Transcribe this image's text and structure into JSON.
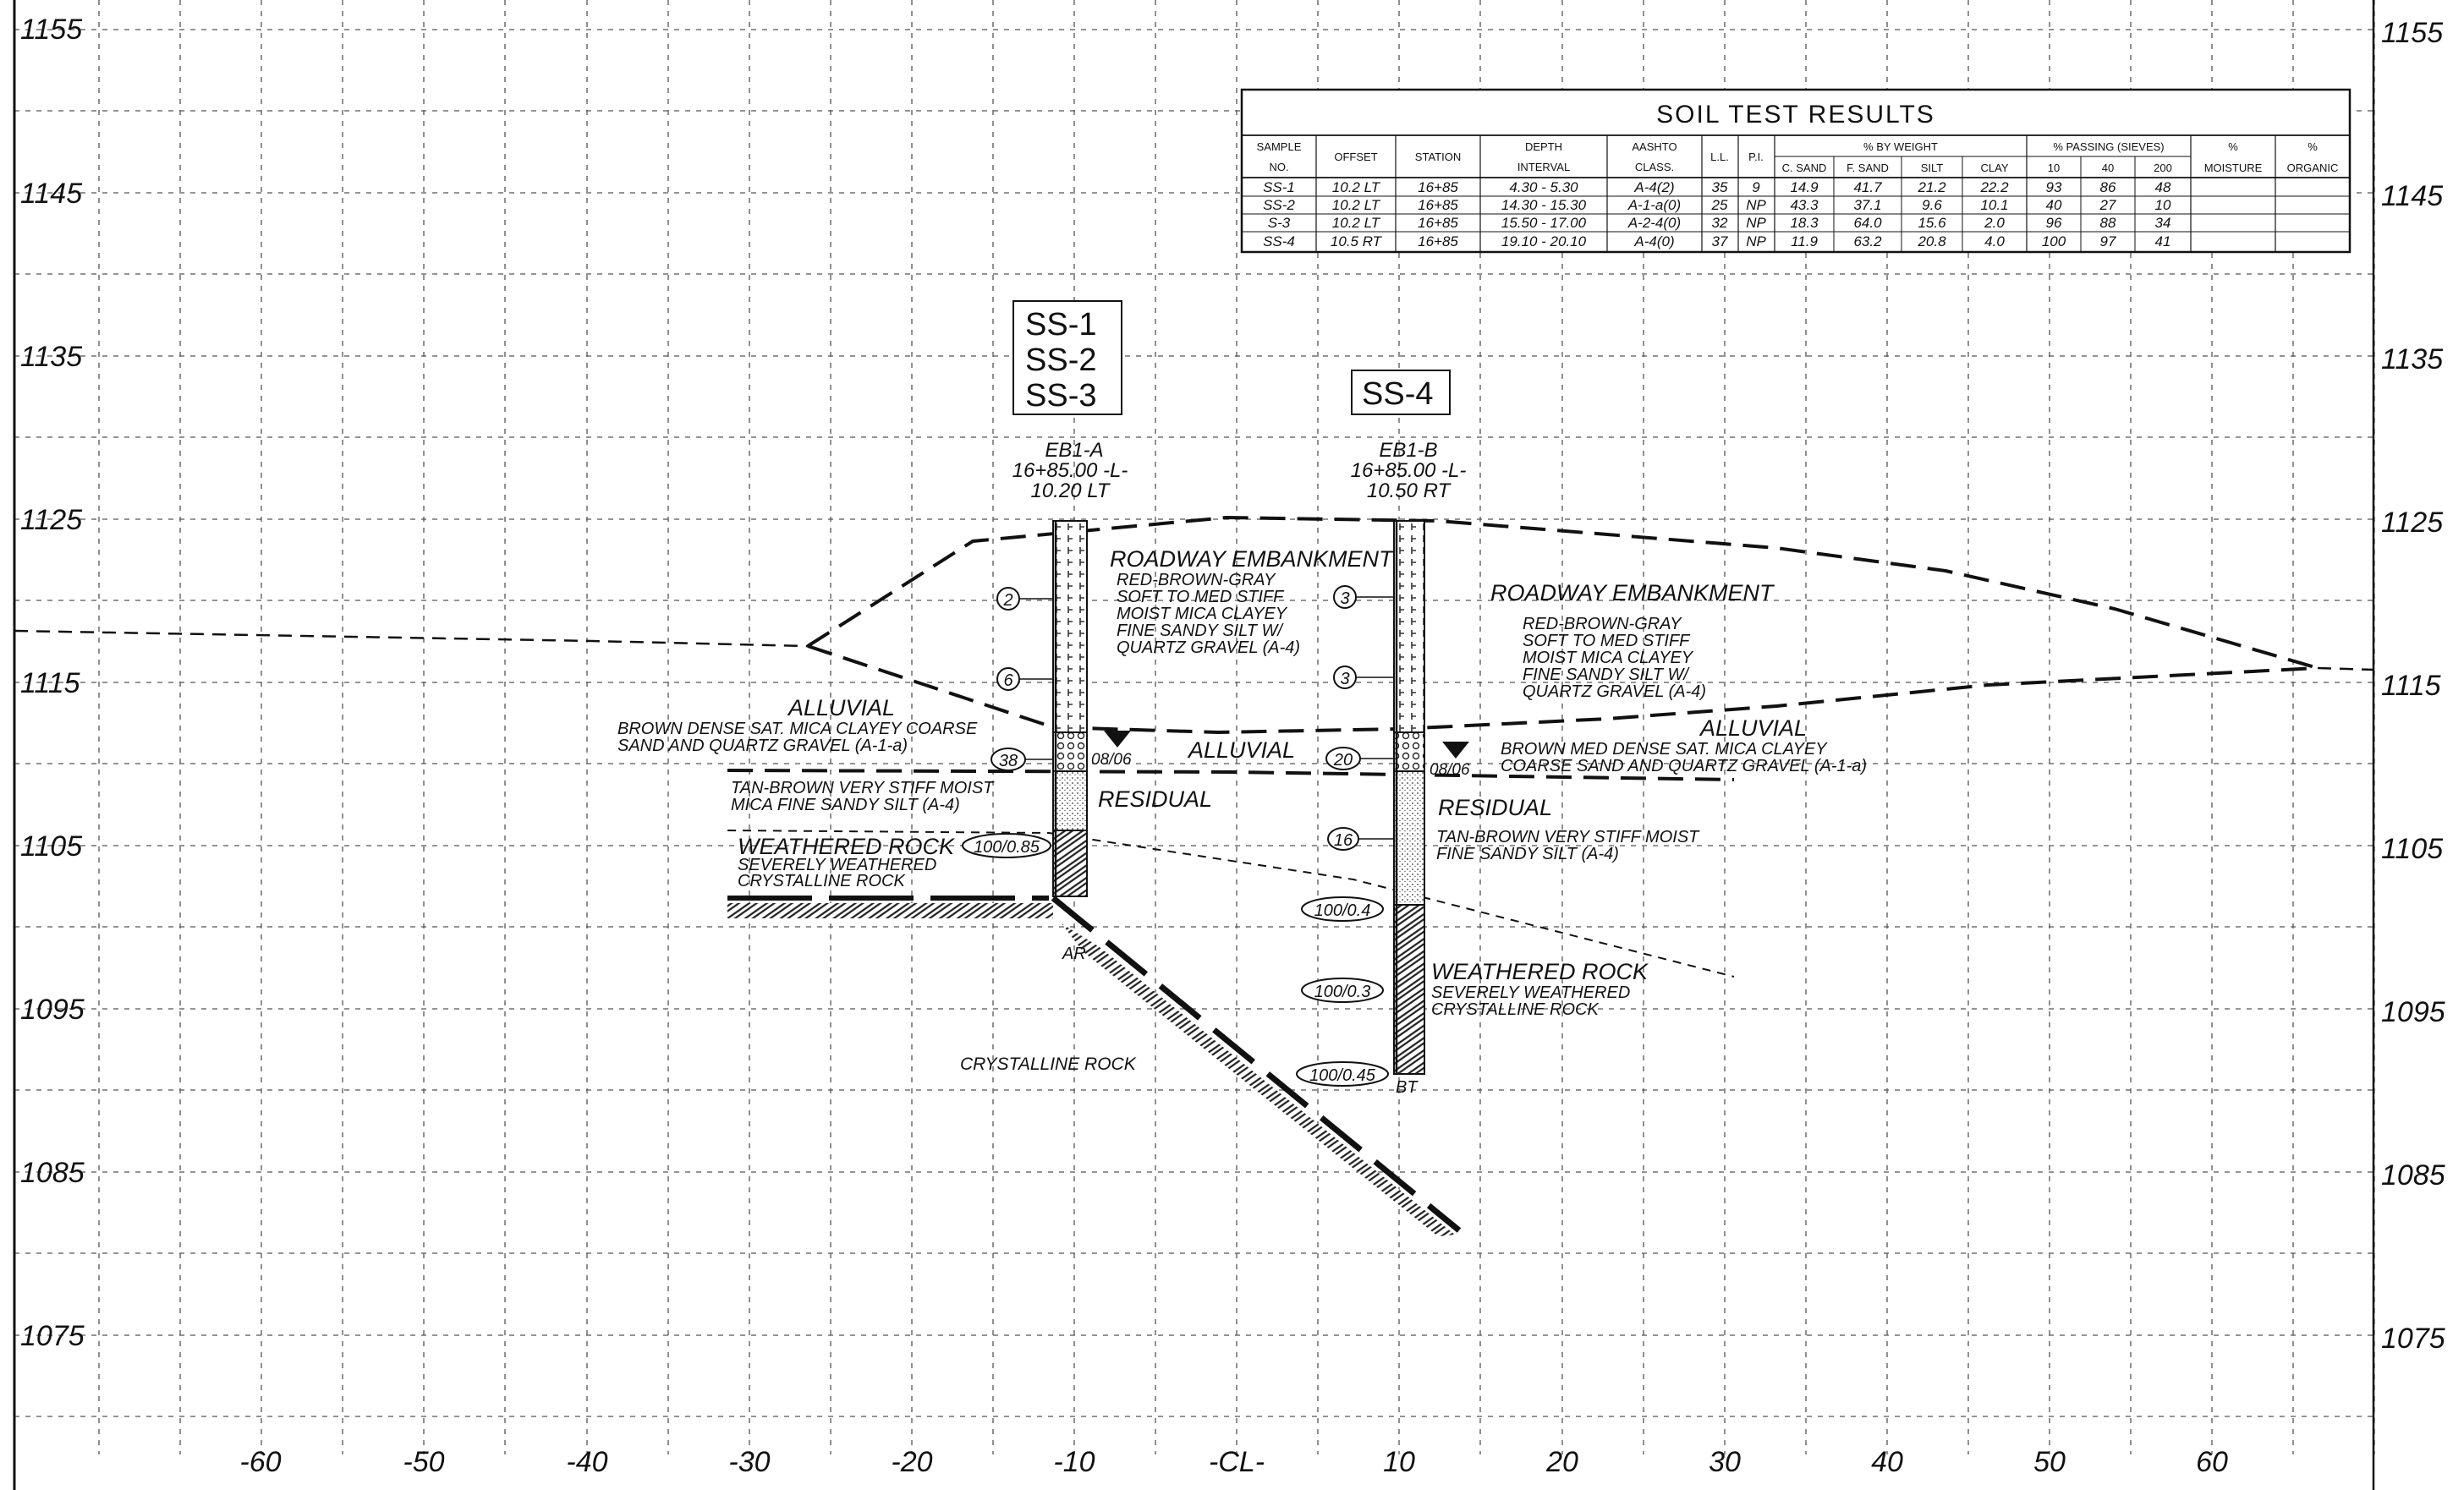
{
  "elevation_labels_left": [
    "1155",
    "1145",
    "1135",
    "1125",
    "1115",
    "1105",
    "1095",
    "1085",
    "1075"
  ],
  "elevation_labels_right": [
    "1155",
    "1145",
    "1135",
    "1125",
    "1115",
    "1105",
    "1095",
    "1085",
    "1075"
  ],
  "offset_labels": [
    "-60",
    "-50",
    "-40",
    "-30",
    "-20",
    "-10",
    "-CL-",
    "10",
    "20",
    "30",
    "40",
    "50",
    "60"
  ],
  "soil_table": {
    "title": "SOIL TEST RESULTS",
    "headers": {
      "sample_no": [
        "SAMPLE",
        "NO."
      ],
      "offset": "OFFSET",
      "station": "STATION",
      "depth": [
        "DEPTH",
        "INTERVAL"
      ],
      "aashto": [
        "AASHTO",
        "CLASS."
      ],
      "ll": "L.L.",
      "pi": "P.I.",
      "by_weight": "% BY WEIGHT",
      "c_sand": "C. SAND",
      "f_sand": "F. SAND",
      "silt": "SILT",
      "clay": "CLAY",
      "passing": "% PASSING (SIEVES)",
      "s10": "10",
      "s40": "40",
      "s200": "200",
      "moisture": [
        "%",
        "MOISTURE"
      ],
      "organic": [
        "%",
        "ORGANIC"
      ]
    },
    "rows": [
      [
        "SS-1",
        "10.2 LT",
        "16+85",
        "4.30 - 5.30",
        "A-4(2)",
        "35",
        "9",
        "14.9",
        "41.7",
        "21.2",
        "22.2",
        "93",
        "86",
        "48",
        "",
        ""
      ],
      [
        "SS-2",
        "10.2 LT",
        "16+85",
        "14.30 - 15.30",
        "A-1-a(0)",
        "25",
        "NP",
        "43.3",
        "37.1",
        "9.6",
        "10.1",
        "40",
        "27",
        "10",
        "",
        ""
      ],
      [
        "S-3",
        "10.2 LT",
        "16+85",
        "15.50 - 17.00",
        "A-2-4(0)",
        "32",
        "NP",
        "18.3",
        "64.0",
        "15.6",
        "2.0",
        "96",
        "88",
        "34",
        "",
        ""
      ],
      [
        "SS-4",
        "10.5 RT",
        "16+85",
        "19.10 - 20.10",
        "A-4(0)",
        "37",
        "NP",
        "11.9",
        "63.2",
        "20.8",
        "4.0",
        "100",
        "97",
        "41",
        "",
        ""
      ]
    ]
  },
  "boring_a": {
    "samples": [
      "SS-1",
      "SS-2",
      "SS-3"
    ],
    "id": "EB1-A",
    "station": "16+85.00 -L-",
    "offset": "10.20 LT",
    "blows": [
      "2",
      "6",
      "38",
      "100/0.85"
    ],
    "water_date": "08/06",
    "end_tag": "AR"
  },
  "boring_b": {
    "samples": [
      "SS-4"
    ],
    "id": "EB1-B",
    "station": "16+85.00 -L-",
    "offset": "10.50 RT",
    "blows": [
      "3",
      "3",
      "20",
      "16",
      "100/0.4",
      "100/0.3",
      "100/0.45"
    ],
    "water_date": "08/06",
    "end_tag": "BT"
  },
  "strata_left": {
    "embankment_title": "ROADWAY EMBANKMENT",
    "embankment_desc": [
      "RED-BROWN-GRAY",
      "SOFT TO MED STIFF",
      "MOIST MICA CLAYEY",
      "FINE SANDY SILT W/",
      "QUARTZ GRAVEL (A-4)"
    ],
    "alluvial_title": "ALLUVIAL",
    "alluvial_desc": [
      "BROWN DENSE SAT. MICA CLAYEY COARSE",
      "SAND AND QUARTZ GRAVEL (A-1-a)"
    ],
    "alluvial_mid": "ALLUVIAL",
    "residual_title": "RESIDUAL",
    "residual_desc": [
      "TAN-BROWN VERY STIFF MOIST",
      "MICA FINE SANDY SILT (A-4)"
    ],
    "wr_title": "WEATHERED ROCK",
    "wr_desc": [
      "SEVERELY WEATHERED",
      "CRYSTALLINE ROCK"
    ],
    "cr_title": "CRYSTALLINE ROCK"
  },
  "strata_right": {
    "embankment_title": "ROADWAY EMBANKMENT",
    "embankment_desc": [
      "RED-BROWN-GRAY",
      "SOFT TO MED STIFF",
      "MOIST MICA CLAYEY",
      "FINE SANDY SILT W/",
      "QUARTZ GRAVEL (A-4)"
    ],
    "alluvial_title": "ALLUVIAL",
    "alluvial_desc": [
      "BROWN MED DENSE SAT. MICA CLAYEY",
      "COARSE SAND AND QUARTZ GRAVEL (A-1-a)"
    ],
    "residual_title": "RESIDUAL",
    "residual_desc": [
      "TAN-BROWN VERY STIFF MOIST",
      "FINE SANDY SILT (A-4)"
    ],
    "wr_title": "WEATHERED ROCK",
    "wr_desc": [
      "SEVERELY WEATHERED",
      "CRYSTALLINE ROCK"
    ]
  }
}
